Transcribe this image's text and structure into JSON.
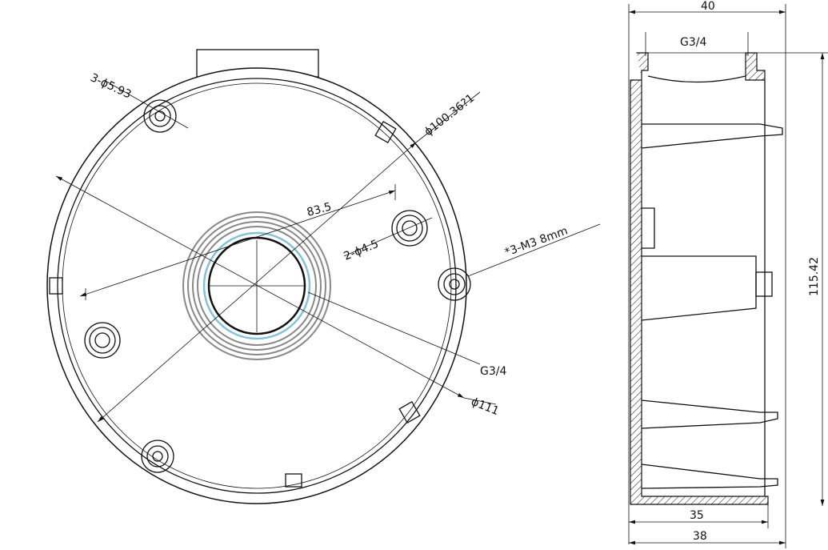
{
  "front_view": {
    "hole_small": "3-ϕ5.93",
    "diameter_inner": "ϕ100.36?1",
    "pitch": "83.5",
    "hole_pair": "2-ϕ4.5",
    "screw": "*3-M3 8mm",
    "thread": "G3/4",
    "diameter_outer": "ϕ111"
  },
  "side_view": {
    "width_total": "40",
    "thread": "G3/4",
    "height": "115.42",
    "depth_inner": "35",
    "depth_outer": "38"
  },
  "colors": {
    "line": "#111111",
    "highlight": "#7fc4d8",
    "ring": "#888888"
  }
}
